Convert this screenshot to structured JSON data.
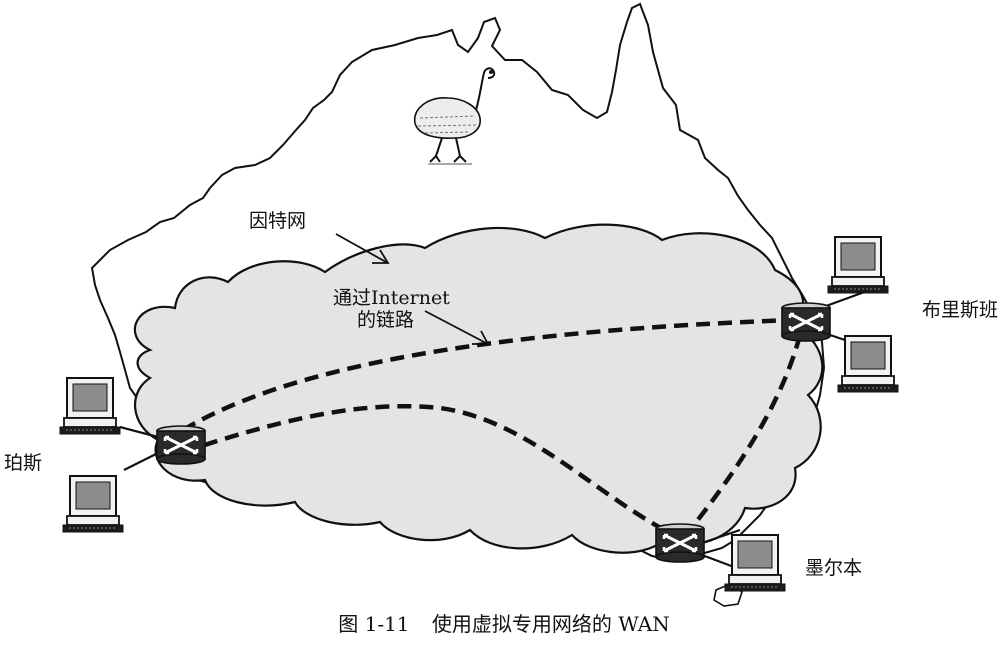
{
  "labels": {
    "internet": "因特网",
    "link_line1": "通过Internet",
    "link_line2": "的链路",
    "perth": "珀斯",
    "brisbane": "布里斯班",
    "melbourne": "墨尔本"
  },
  "caption": {
    "number": "图 1-11",
    "text": "使用虚拟专用网络的 WAN"
  },
  "colors": {
    "cloud_fill": "#e4e4e4",
    "outline": "#1a1a1a",
    "screen": "#8c8c8c"
  },
  "icons": [
    "emu-icon",
    "router-icon",
    "computer-icon"
  ]
}
